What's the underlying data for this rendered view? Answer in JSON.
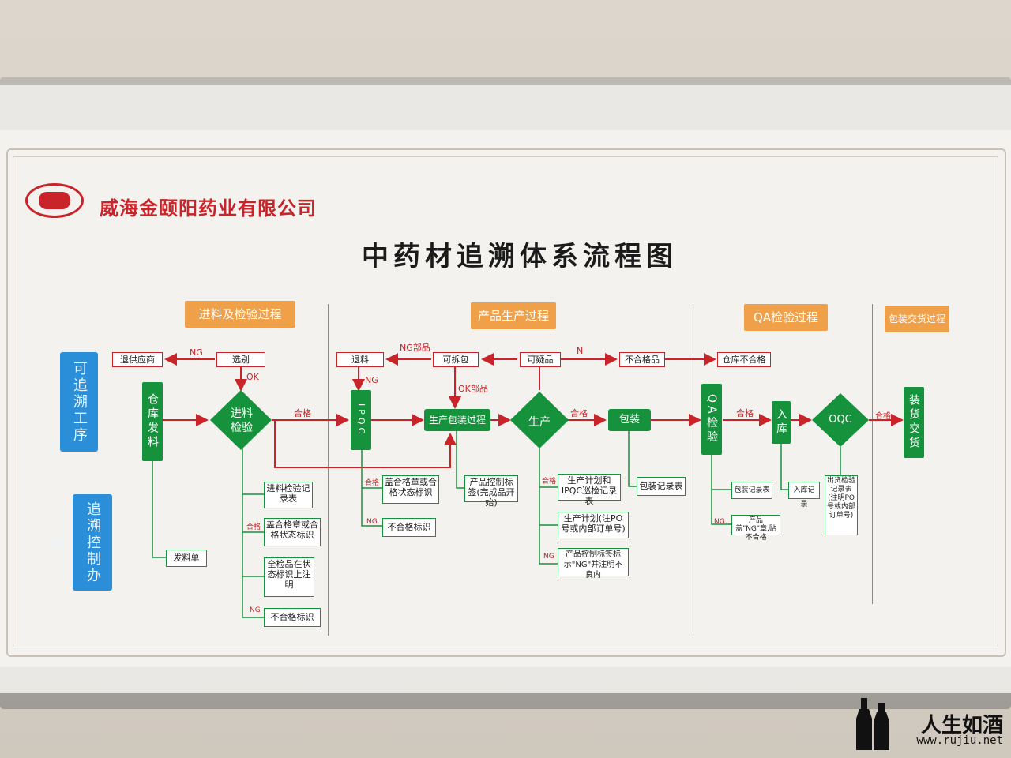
{
  "company": "威海金颐阳药业有限公司",
  "title": "中药材追溯体系流程图",
  "sections": {
    "incoming": "进料及检验过程",
    "production": "产品生产过程",
    "qa": "QA检验过程",
    "shipping": "包装交货过程"
  },
  "left_labels": {
    "process": "可追溯工序",
    "method": "追溯控制办法"
  },
  "nodes": {
    "warehouse_issue": "仓库发料",
    "incoming_inspection": "进料检验",
    "return_supplier": "退供应商",
    "sort": "选别",
    "return_material": "退料",
    "ipqc": "IPQC",
    "disassemble": "可拆包",
    "suspect": "可疑品",
    "nonconforming": "不合格品",
    "warehouse_nonconforming": "仓库不合格",
    "pack_process": "生产包装过程",
    "production": "生产",
    "packing": "包装",
    "qa_inspection": "QA检验",
    "warehouse_in": "入库",
    "oqc": "OQC",
    "ship": "装货交货"
  },
  "flow_labels": {
    "ng1": "NG",
    "ok1": "OK",
    "ng_part": "NG部品",
    "ng2": "NG",
    "ok_part": "OK部品",
    "n": "N",
    "pass1": "合格",
    "pass2": "合格",
    "pass3": "合格",
    "pass4": "合格"
  },
  "notes": {
    "issue_slip": "发料单",
    "incoming_record": "进料检验记录表",
    "stamp_pass": "盖合格章或合格状态标识",
    "full_inspect": "全检品在状态标识上注明",
    "nonconf_tag1": "不合格标识",
    "stamp_pass2": "盖合格章或合格状态标识",
    "nonconf_tag2": "不合格标识",
    "label_control": "产品控制标签(完成品开始)",
    "plan_patrol": "生产计划和IPQC巡检记录表",
    "prod_plan": "生产计划(注PO号或内部订单号)",
    "ctrl_label_ng": "产品控制标签标示\"NG\"并注明不良内",
    "pack_record": "包装记录表",
    "pack_record2": "包装记录表",
    "ng_stamp": "产品盖\"NG\"章,贴不合格",
    "in_record": "入库记录",
    "ship_report": "出货检验记录表(注明PO号或内部订单号)"
  },
  "note_tags": {
    "pass_a": "合格",
    "ng_a": "NG",
    "pass_b": "合格",
    "ng_b": "NG",
    "pass_c": "合格",
    "ng_c": "NG",
    "ng_d": "NG"
  },
  "watermark": {
    "brand": "人生如酒",
    "url": "www.rujiu.net"
  },
  "colors": {
    "green": "#16923d",
    "red": "#c8242a",
    "orange": "#f1a04a",
    "blue": "#2a8fd8"
  }
}
